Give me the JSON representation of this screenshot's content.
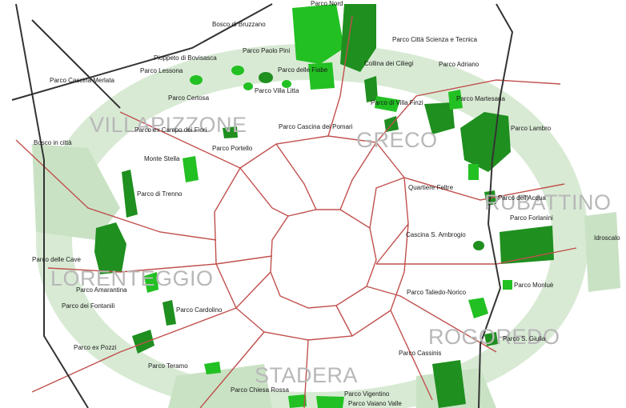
{
  "districts": [
    {
      "id": "villapizzone",
      "text": "VILLAPIZZONE"
    },
    {
      "id": "greco",
      "text": "GRECO"
    },
    {
      "id": "rubattino",
      "text": "RUBATTINO"
    },
    {
      "id": "lorenteggio",
      "text": "LORENTEGGIO"
    },
    {
      "id": "rogoredo",
      "text": "ROGOREDO"
    },
    {
      "id": "stadera",
      "text": "STADERA"
    }
  ],
  "parks": [
    {
      "id": "bosco-in-citta",
      "text": "Bosco in città"
    },
    {
      "id": "parco-cascina-merlata",
      "text": "Parco Cascina Merlata"
    },
    {
      "id": "pioppeto-di-bovisasca",
      "text": "Pioppeto di Bovisasca"
    },
    {
      "id": "parco-lessona",
      "text": "Parco Lessona"
    },
    {
      "id": "bosco-di-bruzzano",
      "text": "Bosco di Bruzzano"
    },
    {
      "id": "parco-nord",
      "text": "Parco Nord"
    },
    {
      "id": "parco-citta-scienza-tecnica",
      "text": "Parco Città Scienza e Tecnica"
    },
    {
      "id": "parco-adriano",
      "text": "Parco Adriano"
    },
    {
      "id": "collina-dei-ciliegi",
      "text": "Collina dei Ciliegi"
    },
    {
      "id": "parco-paolo-pini",
      "text": "Parco Paolo Pini"
    },
    {
      "id": "parco-delle-fiabe",
      "text": "Parco delle Fiabe"
    },
    {
      "id": "parco-villa-litta",
      "text": "Parco Villa Litta"
    },
    {
      "id": "parco-certosa",
      "text": "Parco Certosa"
    },
    {
      "id": "parco-di-villa-finzi",
      "text": "Parco di Villa Finzi"
    },
    {
      "id": "parco-martesana",
      "text": "Parco Martesana"
    },
    {
      "id": "parco-campo-dei-fiori",
      "text": "Parco ex Campo dei Fiori"
    },
    {
      "id": "parco-cascina-dei-pomari",
      "text": "Parco Cascina dei Pomari"
    },
    {
      "id": "parco-lambro",
      "text": "Parco Lambro"
    },
    {
      "id": "parco-portello",
      "text": "Parco Portello"
    },
    {
      "id": "monte-stella",
      "text": "Monte Stella"
    },
    {
      "id": "parco-di-trenno",
      "text": "Parco di Trenno"
    },
    {
      "id": "quartiere-feltre",
      "text": "Quartiere Feltre"
    },
    {
      "id": "parco-dell-acqua",
      "text": "Parco dell'Acqua"
    },
    {
      "id": "parco-forlanini",
      "text": "Parco Forlanini"
    },
    {
      "id": "cascina-s-ambrogio",
      "text": "Cascina S. Ambrogio"
    },
    {
      "id": "idroscalo",
      "text": "Idroscalo"
    },
    {
      "id": "parco-delle-cave",
      "text": "Parco delle Cave"
    },
    {
      "id": "parco-amarantina",
      "text": "Parco Amarantina"
    },
    {
      "id": "parco-dei-fontanili",
      "text": "Parco dei Fontanili"
    },
    {
      "id": "parco-cardolino",
      "text": "Parco Cardolino"
    },
    {
      "id": "parco-ex-pozzi",
      "text": "Parco ex Pozzi"
    },
    {
      "id": "parco-monlue",
      "text": "Parco Monluè"
    },
    {
      "id": "parco-taliedo-norico",
      "text": "Parco Taliedo-Norico"
    },
    {
      "id": "parco-s-giulia",
      "text": "Parco S. Giulia"
    },
    {
      "id": "parco-cassinis",
      "text": "Parco Cassinis"
    },
    {
      "id": "parco-teramo",
      "text": "Parco Teramo"
    },
    {
      "id": "parco-chiesa-rossa",
      "text": "Parco Chiesa Rossa"
    },
    {
      "id": "parco-vigentina",
      "text": "Parco Vigentino"
    },
    {
      "id": "parco-vaiano-valle",
      "text": "Parco Vaiano Valle"
    }
  ],
  "colors": {
    "ring": "#d8ead4",
    "park_dark": "#1f8f1f",
    "park_bright": "#22c022",
    "park_light": "#a8d8a0",
    "road": "#c0504d",
    "rail": "#333333"
  }
}
